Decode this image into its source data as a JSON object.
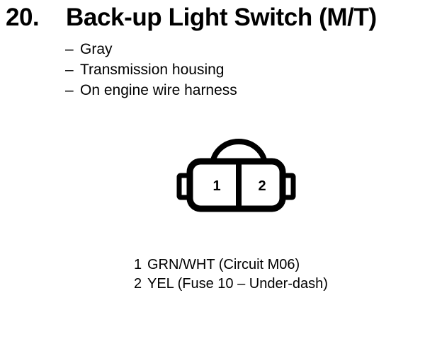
{
  "heading": {
    "number": "20.",
    "title": "Back-up Light Switch (M/T)"
  },
  "specs": {
    "bullet": "–",
    "items": [
      "Gray",
      "Transmission housing",
      "On engine wire harness"
    ]
  },
  "connector": {
    "cells": [
      {
        "number": "1"
      },
      {
        "number": "2"
      }
    ],
    "stroke_color": "#000000",
    "fill_color": "#ffffff"
  },
  "legend": {
    "rows": [
      {
        "number": "1",
        "label": "GRN/WHT (Circuit M06)"
      },
      {
        "number": "2",
        "label": "YEL (Fuse 10 – Under-dash)"
      }
    ]
  }
}
